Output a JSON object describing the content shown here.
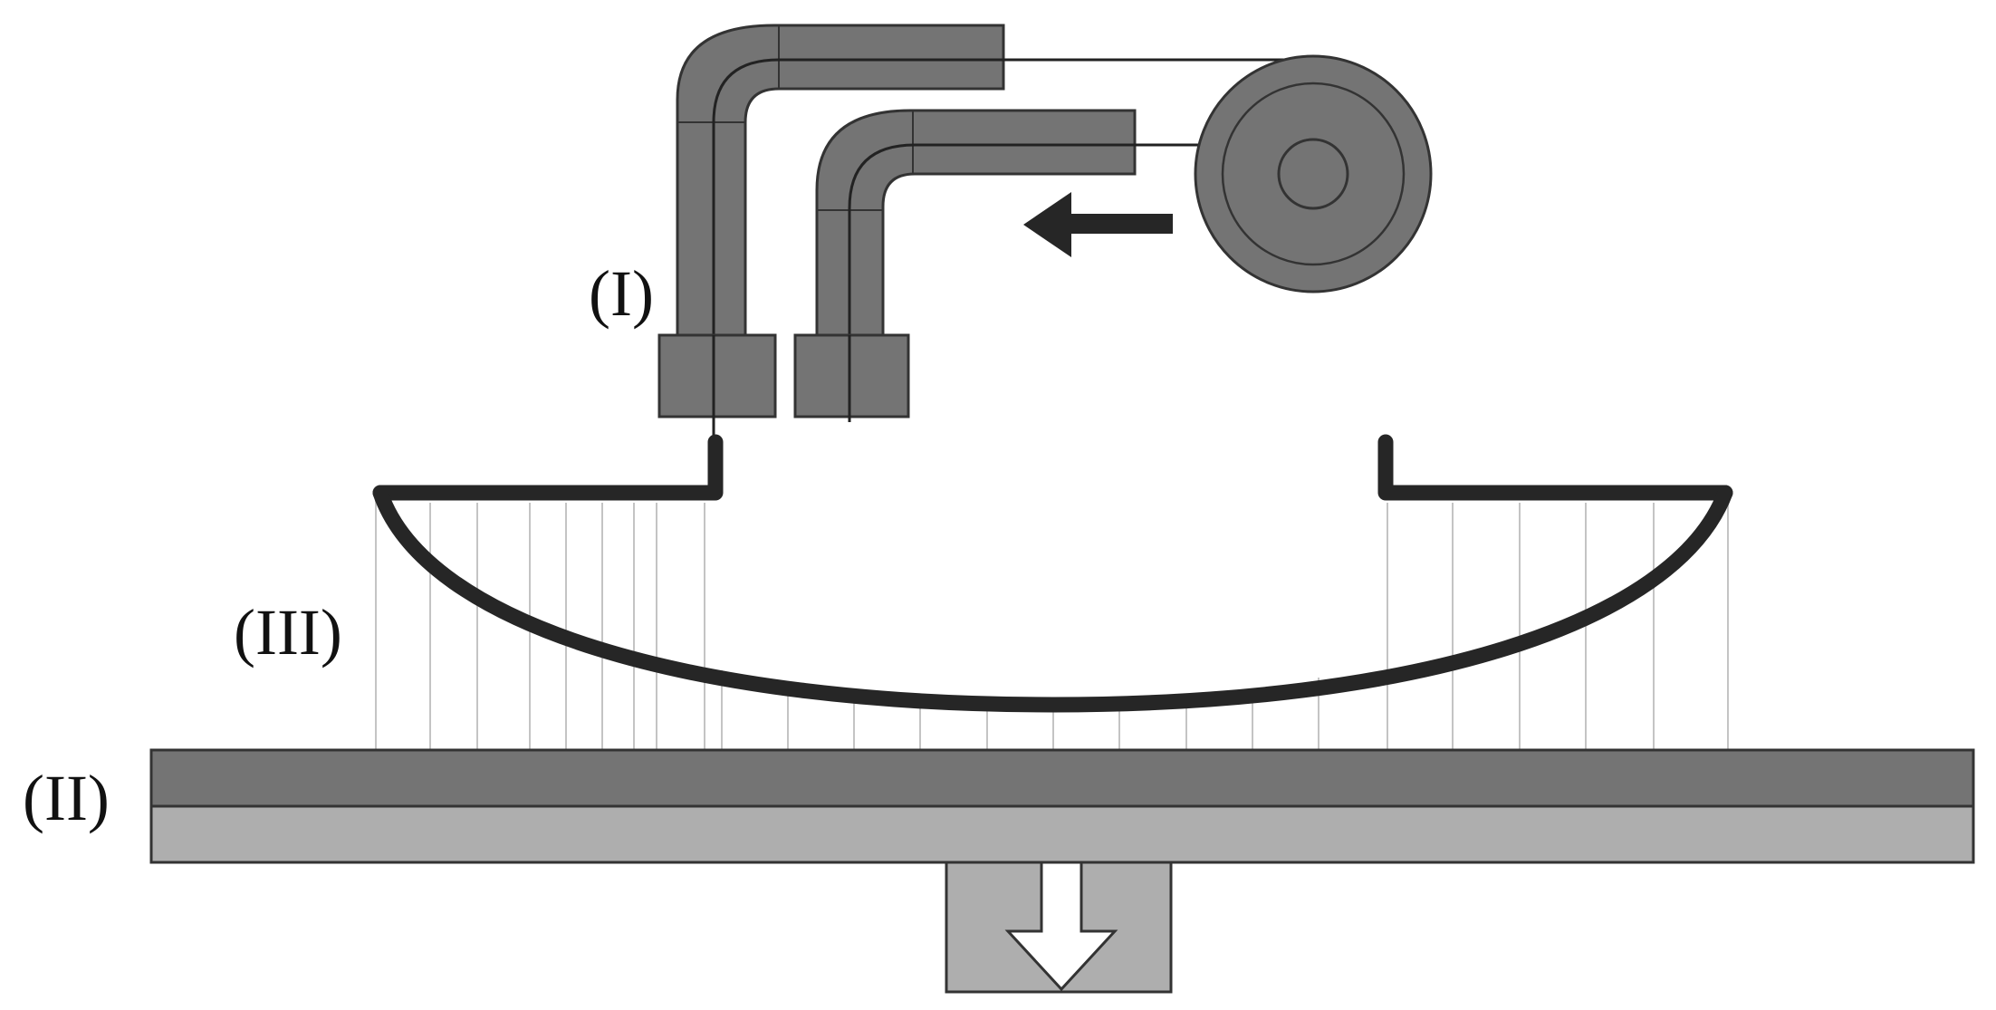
{
  "labels": {
    "nozzle": "(I)",
    "platform": "(II)",
    "supports": "(III)"
  },
  "colors": {
    "dark_gray": "#747474",
    "light_gray": "#aeaeae",
    "outline": "#333333",
    "part": "#262626",
    "support_line": "#c4c4c4",
    "arrow_dark": "#262626",
    "arrow_light": "#ffffff",
    "background": "#ffffff"
  }
}
